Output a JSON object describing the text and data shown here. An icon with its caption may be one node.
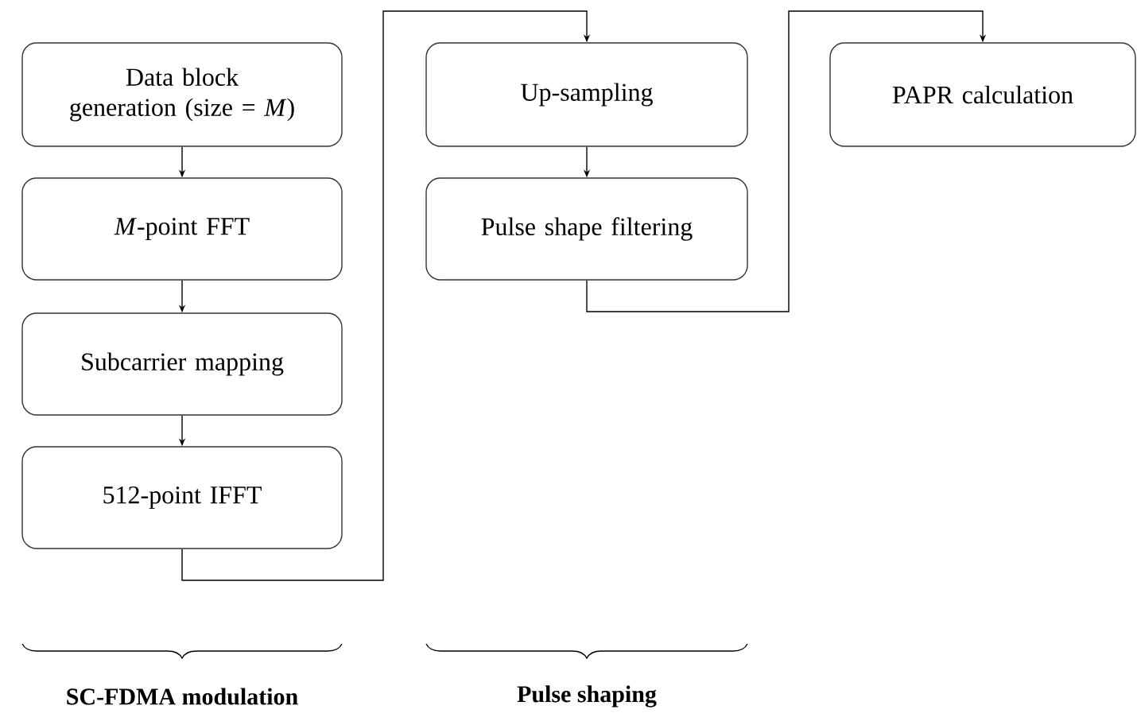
{
  "diagram": {
    "nodes": [
      {
        "text": [
          "Data block generation (size = *M*)"
        ]
      },
      {
        "text": [
          "*M*-point FFT"
        ]
      },
      {
        "text": [
          "Subcarrier mapping"
        ]
      },
      {
        "text": [
          "512-point IFFT"
        ]
      },
      {
        "text": [
          "Up-sampling"
        ]
      },
      {
        "text": [
          "Pulse shape filtering"
        ]
      },
      {
        "text": [
          "PAPR calculation"
        ]
      }
    ],
    "edges": [
      {
        "from": 0,
        "to": 1,
        "arrow": "to"
      },
      {
        "from": 1,
        "to": 2,
        "arrow": "to"
      },
      {
        "from": 2,
        "to": 3,
        "arrow": "to"
      },
      {
        "from": 3,
        "to": 4,
        "arrow": "to"
      },
      {
        "from": 4,
        "to": 5,
        "arrow": "to"
      },
      {
        "from": 5,
        "to": 6,
        "arrow": "to"
      }
    ],
    "labels": [
      "SC-FDMA modulation",
      "Pulse shaping"
    ]
  }
}
